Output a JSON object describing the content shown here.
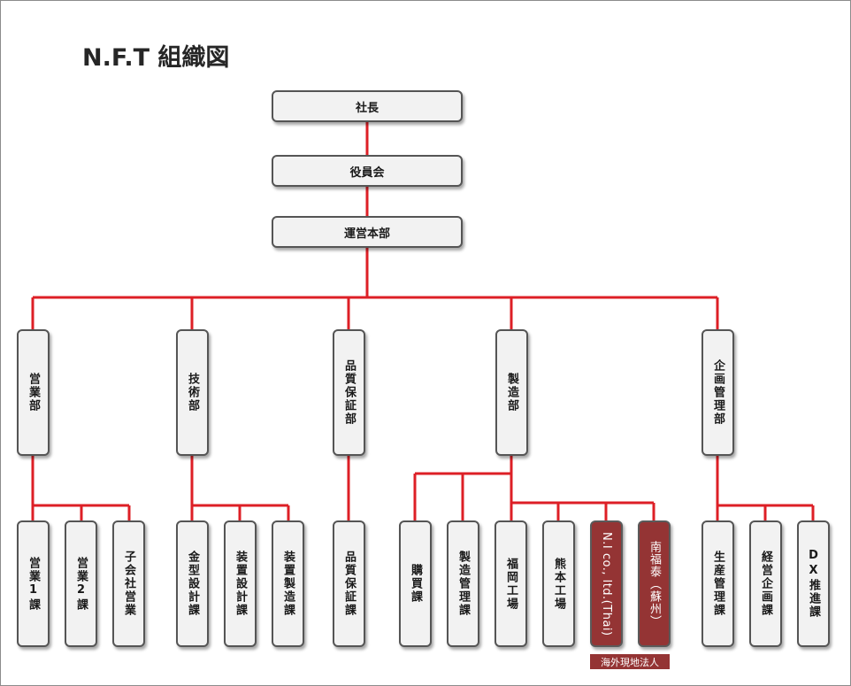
{
  "title": "N.F.T 組織図",
  "colors": {
    "connector": "#dd1f26",
    "box_fill": "#f2f2f2",
    "box_border": "#555555",
    "overseas_fill": "#943434"
  },
  "top": {
    "president": "社長",
    "board": "役員会",
    "hq": "運営本部"
  },
  "departments": {
    "sales": "営業部",
    "tech": "技術部",
    "quality": "品質保証部",
    "manufacturing": "製造部",
    "planning": "企画管理部"
  },
  "sections": {
    "sales1": "営業1課",
    "sales2": "営業2課",
    "subsidiary_sales": "子会社営業",
    "mold_design": "金型設計課",
    "equipment_design": "装置設計課",
    "equipment_mfg": "装置製造課",
    "qa": "品質保証課",
    "purchasing": "購買課",
    "mfg_mgmt": "製造管理課",
    "fukuoka": "福岡工場",
    "kumamoto": "熊本工場",
    "ni_thai": "N.I co., ltd.(Thai)",
    "nanfukutai": "南福泰（蘇州）",
    "production_mgmt": "生産管理課",
    "business_planning": "経営企画課",
    "dx": "DX推進課"
  },
  "overseas_label": "海外現地法人"
}
